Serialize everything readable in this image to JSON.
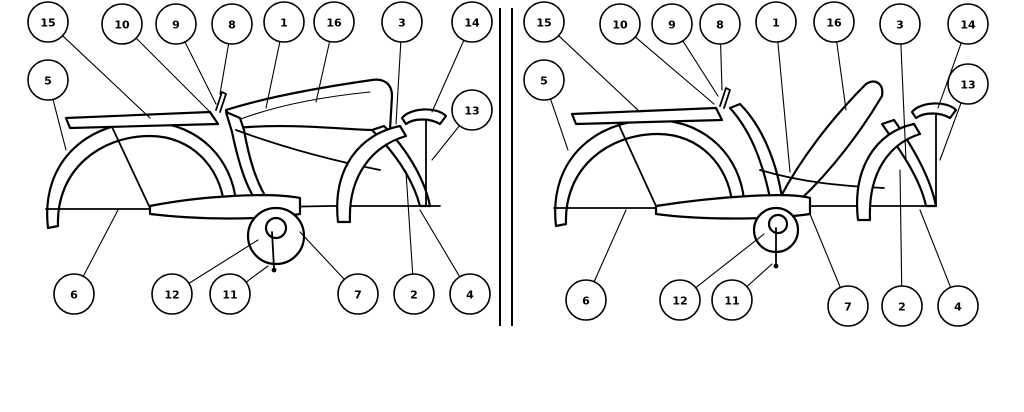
{
  "diagrams": [
    {
      "id": "left",
      "callouts": [
        "15",
        "10",
        "9",
        "8",
        "1",
        "16",
        "3",
        "14",
        "5",
        "13",
        "6",
        "12",
        "11",
        "7",
        "2",
        "4"
      ]
    },
    {
      "id": "right",
      "callouts": [
        "15",
        "10",
        "9",
        "8",
        "1",
        "16",
        "3",
        "14",
        "5",
        "13",
        "6",
        "12",
        "11",
        "7",
        "2",
        "4"
      ]
    }
  ]
}
